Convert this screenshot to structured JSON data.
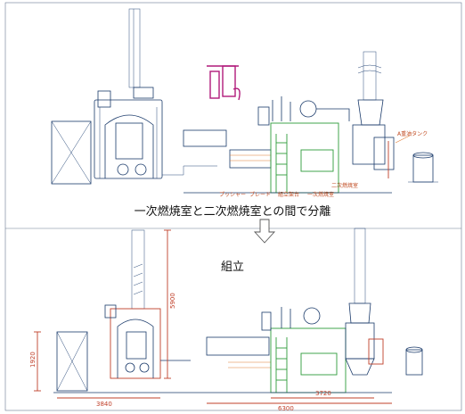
{
  "captions": {
    "separate": "一次燃焼室と二次燃焼室との間で分離",
    "assemble": "組立"
  },
  "labels": {
    "burn_room": "二次燃焼室",
    "oil_tank": "A重油タンク",
    "pusher": "プッシャー",
    "blade": "ブレード",
    "crusher": "組立架台",
    "primary": "一次燃焼室"
  },
  "dimensions": {
    "height_stack": "5900",
    "height_body": "1920",
    "width_left": "3840",
    "width_mid": "3720",
    "width_right": "6300"
  },
  "colors": {
    "line": "#1a3a6a",
    "green": "#2e9b3a",
    "red": "#c0402a",
    "orange": "#e07a30",
    "magenta": "#b01a7a"
  }
}
